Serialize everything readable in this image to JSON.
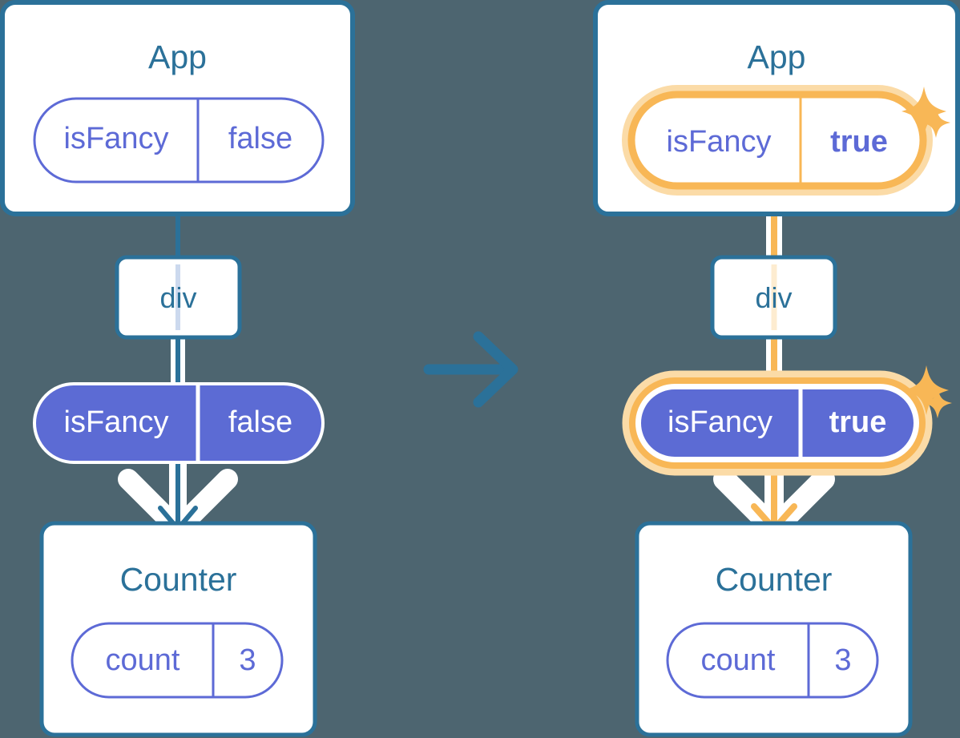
{
  "diagram": {
    "title": "React state update propagation (isFancy false to true)",
    "type": "component-tree-diagram",
    "background_color": "#4d6570",
    "colors": {
      "box_border_blue": "#2b7199",
      "box_fill_white": "#ffffff",
      "text_blue": "#2b7199",
      "pill_purple_stroke": "#5d6ad6",
      "pill_purple_fill": "#5c6bd4",
      "text_purple": "#5d6ad6",
      "text_white": "#ffffff",
      "highlight_orange": "#f9b köp",
      "highlight_orange_solid": "#f8b756",
      "highlight_orange_soft": "#fbdba7",
      "arrow_white": "#ffffff"
    },
    "transition_arrow": {
      "icon": "arrow-right-icon",
      "direction": "right",
      "color": "#2b7199"
    },
    "panels": [
      {
        "id": "before",
        "side": "left",
        "highlighted": false,
        "nodes": [
          {
            "id": "app",
            "kind": "component-box",
            "label": "App",
            "state": {
              "key": "isFancy",
              "value": "false",
              "style": "outline",
              "bold_value": false,
              "highlighted": false
            }
          },
          {
            "id": "div",
            "kind": "element-box",
            "label": "div",
            "state": null
          },
          {
            "id": "prop-pill",
            "kind": "prop-pill",
            "label": "isFancy",
            "value": "false",
            "style": "filled",
            "bold_value": false,
            "highlighted": false
          },
          {
            "id": "counter",
            "kind": "component-box",
            "label": "Counter",
            "state": {
              "key": "count",
              "value": "3",
              "style": "outline",
              "bold_value": false,
              "highlighted": false
            }
          }
        ],
        "edges": [
          {
            "from": "app",
            "to": "div",
            "color": "#2b7199"
          },
          {
            "from": "div",
            "to": "prop-pill",
            "color": "#2b7199"
          },
          {
            "from": "prop-pill",
            "to": "counter",
            "color": "#2b7199",
            "arrowhead": true
          }
        ],
        "sparkles": []
      },
      {
        "id": "after",
        "side": "right",
        "highlighted": true,
        "nodes": [
          {
            "id": "app",
            "kind": "component-box",
            "label": "App",
            "state": {
              "key": "isFancy",
              "value": "true",
              "style": "outline",
              "bold_value": true,
              "highlighted": true
            }
          },
          {
            "id": "div",
            "kind": "element-box",
            "label": "div",
            "state": null
          },
          {
            "id": "prop-pill",
            "kind": "prop-pill",
            "label": "isFancy",
            "value": "true",
            "style": "filled",
            "bold_value": true,
            "highlighted": true
          },
          {
            "id": "counter",
            "kind": "component-box",
            "label": "Counter",
            "state": {
              "key": "count",
              "value": "3",
              "style": "outline",
              "bold_value": false,
              "highlighted": false
            }
          }
        ],
        "edges": [
          {
            "from": "app",
            "to": "div",
            "color": "#f8b756"
          },
          {
            "from": "div",
            "to": "prop-pill",
            "color": "#f8b756"
          },
          {
            "from": "prop-pill",
            "to": "counter",
            "color": "#f8b756",
            "arrowhead": true
          }
        ],
        "sparkles": [
          {
            "id": "app-sparkle-large",
            "size": "large"
          },
          {
            "id": "app-sparkle-small",
            "size": "small"
          },
          {
            "id": "pill-sparkle-large",
            "size": "large"
          },
          {
            "id": "pill-sparkle-small",
            "size": "small"
          }
        ]
      }
    ]
  }
}
